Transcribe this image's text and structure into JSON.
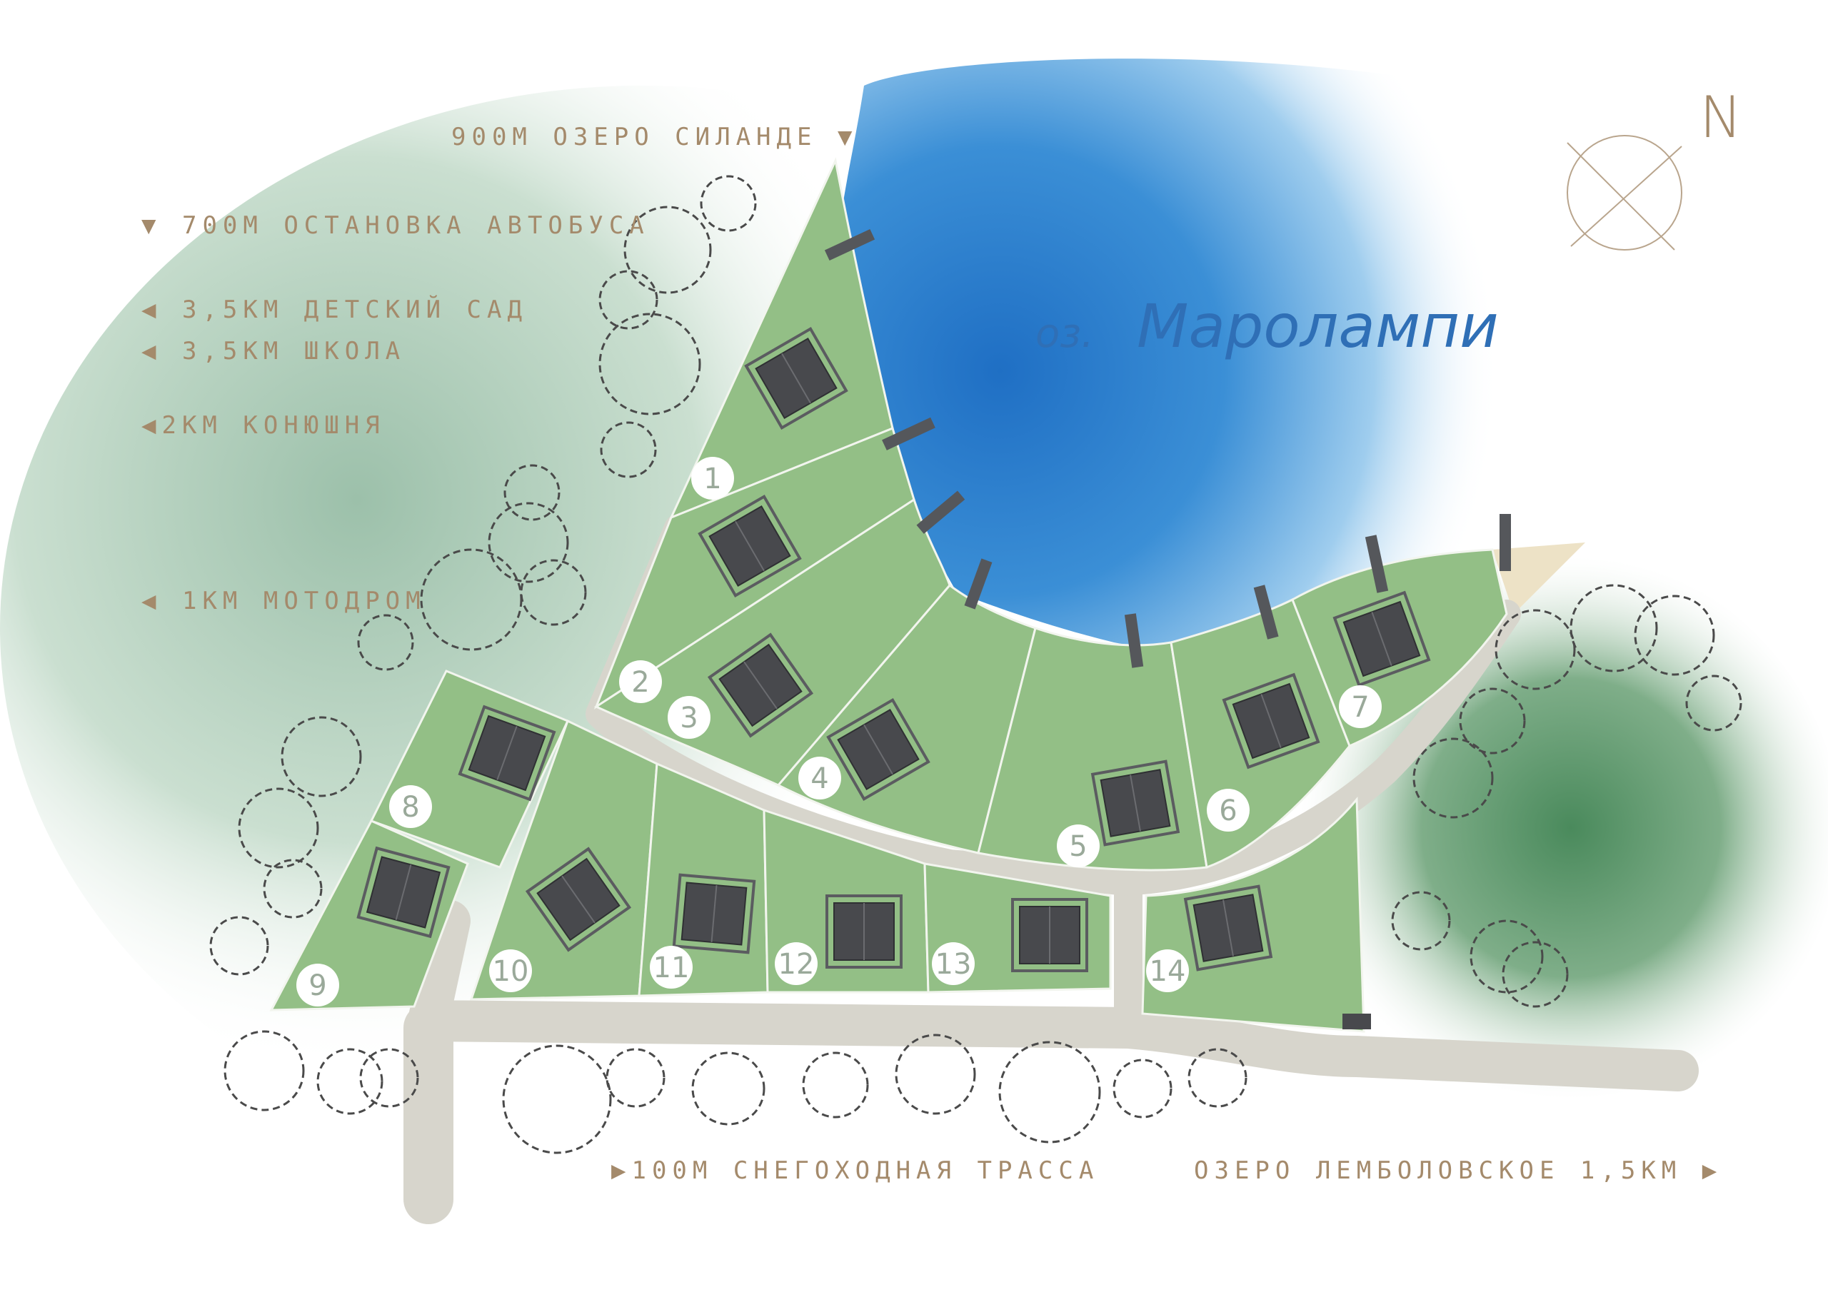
{
  "lake": {
    "prefix": "оз.",
    "name": "Маролампи"
  },
  "compass": {
    "label": "N"
  },
  "labels": {
    "silande": "900М ОЗЕРО СИЛАНДЕ",
    "bus": "700М ОСТАНОВКА АВТОБУСА",
    "kindergarten": "3,5КМ ДЕТСКИЙ САД",
    "school": "3,5КМ ШКОЛА",
    "stable": "2КМ КОНЮШНЯ",
    "motodrome": "1КМ МОТОДРОМ",
    "snowmobile": "100М СНЕГОХОДНАЯ ТРАССА",
    "lembolovskoe": "ОЗЕРО ЛЕМБОЛОВСКОЕ 1,5КМ"
  },
  "plots": [
    "1",
    "2",
    "3",
    "4",
    "5",
    "6",
    "7",
    "8",
    "9",
    "10",
    "11",
    "12",
    "13",
    "14"
  ],
  "colors": {
    "plot": "#93bf86",
    "lake": "#2f7fcc",
    "road": "#d7d5cc",
    "roof": "#48494d",
    "label": "#a48a6b",
    "forest": "#4f8a60"
  }
}
